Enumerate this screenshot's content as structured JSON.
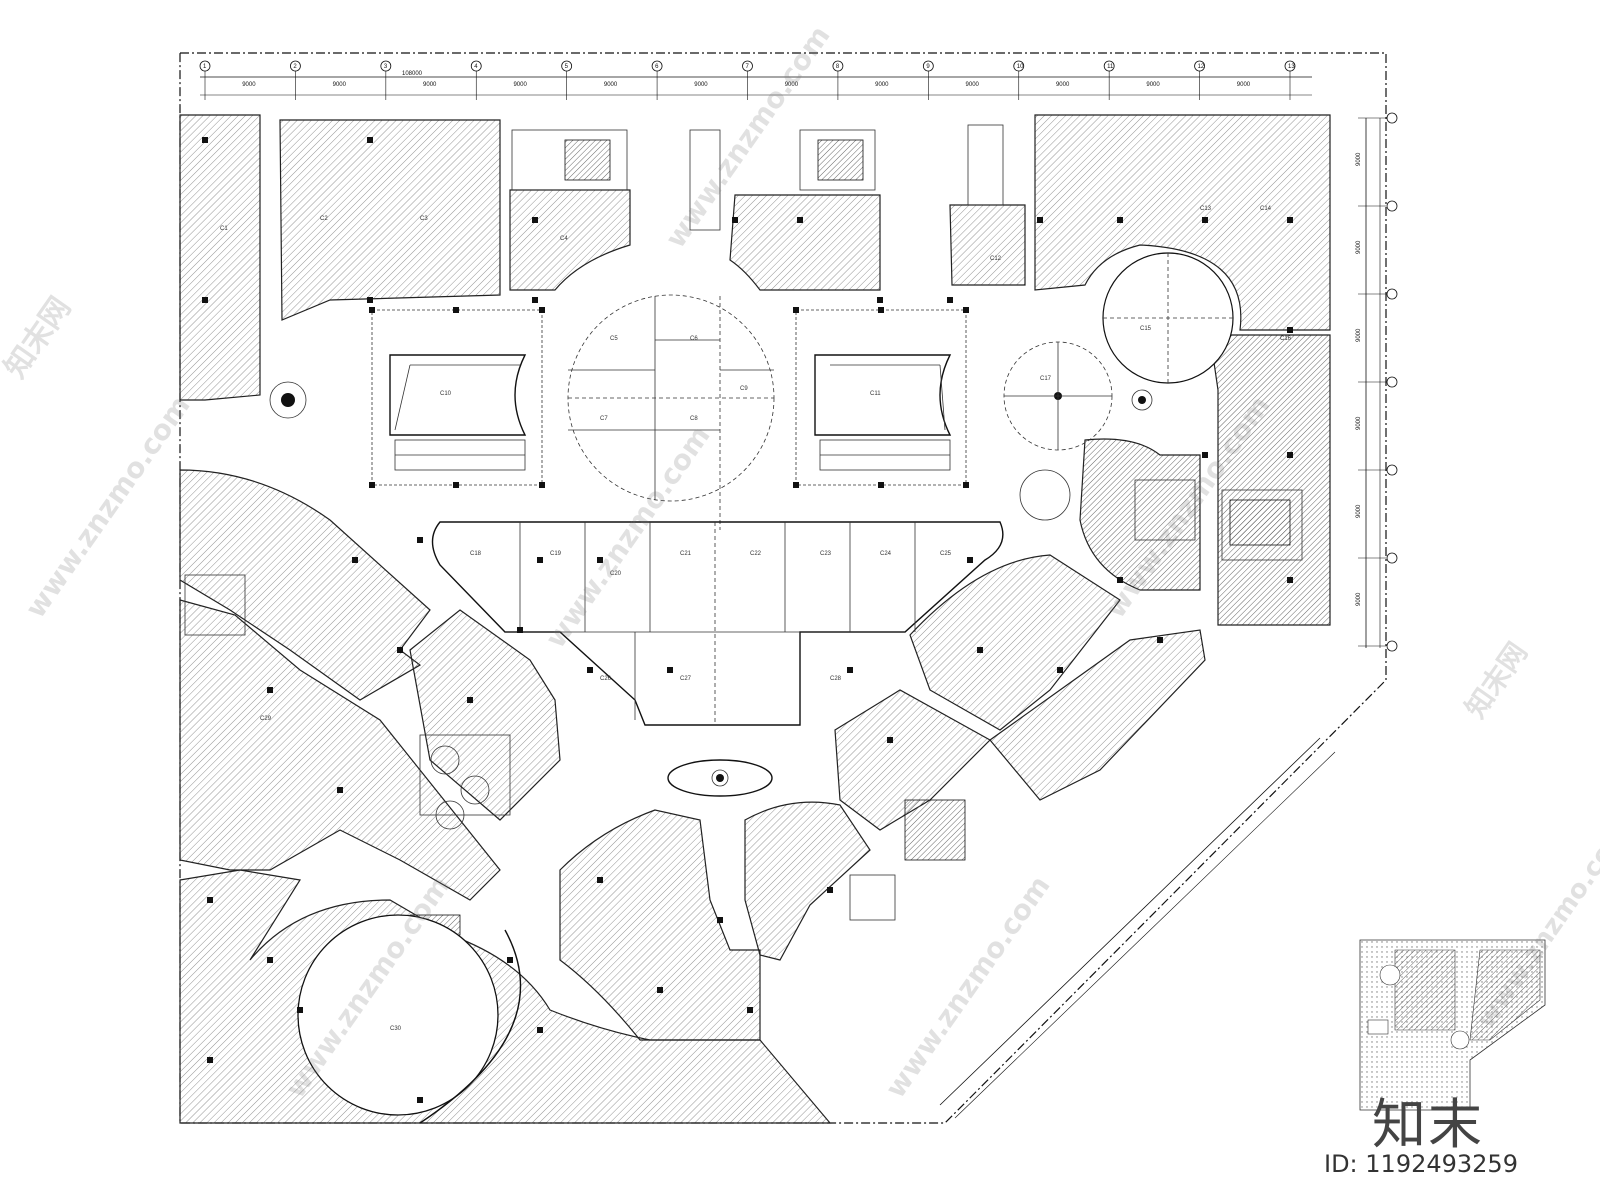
{
  "watermark": {
    "site_text": "www.znzmo.com",
    "brand_text": "知末网",
    "logo_text": "知末"
  },
  "footer": {
    "image_id": "ID: 1192493259"
  },
  "plan": {
    "grid_labels_top": [
      "1",
      "2",
      "3",
      "4",
      "5",
      "6",
      "7",
      "8",
      "9",
      "10",
      "11",
      "12",
      "13"
    ],
    "dimension_total_top": "108000",
    "dimension_segment": "9000",
    "shop_labels": [
      "C1",
      "C2",
      "C3",
      "C4",
      "C5",
      "C6",
      "C7",
      "C8",
      "C9",
      "C10",
      "C11",
      "C12",
      "C13",
      "C14",
      "C15",
      "C16",
      "C17",
      "C18",
      "C19",
      "C20",
      "C21",
      "C22",
      "C23",
      "C24",
      "C25",
      "C26",
      "C27",
      "C28",
      "C29",
      "C30"
    ],
    "colors": {
      "ink": "#111111",
      "hatch": "#555555",
      "paper": "#ffffff"
    }
  }
}
